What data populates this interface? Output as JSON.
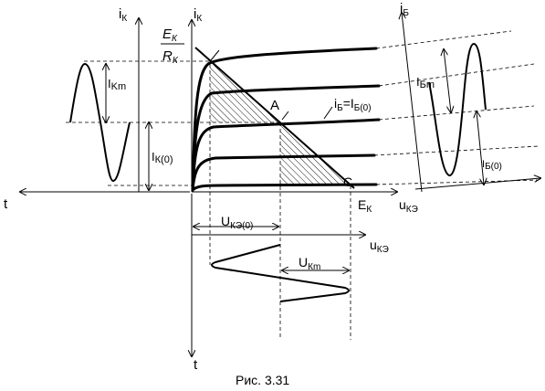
{
  "labels": {
    "ik_left": "i",
    "ik_left_sub": "К",
    "ik_mid": "i",
    "ik_mid_sub": "К",
    "ib_right": "i",
    "ib_right_sub": "Б",
    "ek_num": "E",
    "ek_num_sub": "К",
    "rk_den": "R",
    "rk_den_sub": "К",
    "ikm": "I",
    "ikm_sub": "Km",
    "ik0": "I",
    "ik0_sub": "К(0)",
    "t_left": "t",
    "t_bottom": "t",
    "point_a": "A",
    "point_c": "C",
    "ib_eq": "i",
    "ib_eq_sub": "Б",
    "ib_eq_rhs": "=I",
    "ib_eq_rhs_sub": "Б(0)",
    "ibm": "I",
    "ibm_sub": "Бm",
    "ib0": "I",
    "ib0_sub": "Б(0)",
    "ek_axis": "E",
    "ek_axis_sub": "К",
    "uke_axis": "u",
    "uke_axis_sub": "КЭ",
    "uke0": "U",
    "uke0_sub": "КЭ(0)",
    "uke_lower": "u",
    "uke_lower_sub": "КЭ",
    "ukm": "U",
    "ukm_sub": "Кm",
    "caption": "Рис. 3.31"
  },
  "curves": [
    {
      "name": "ib-curve-1"
    },
    {
      "name": "ib-curve-2"
    },
    {
      "name": "ib-curve-3"
    },
    {
      "name": "ib-curve-4"
    },
    {
      "name": "ib-curve-5"
    }
  ]
}
